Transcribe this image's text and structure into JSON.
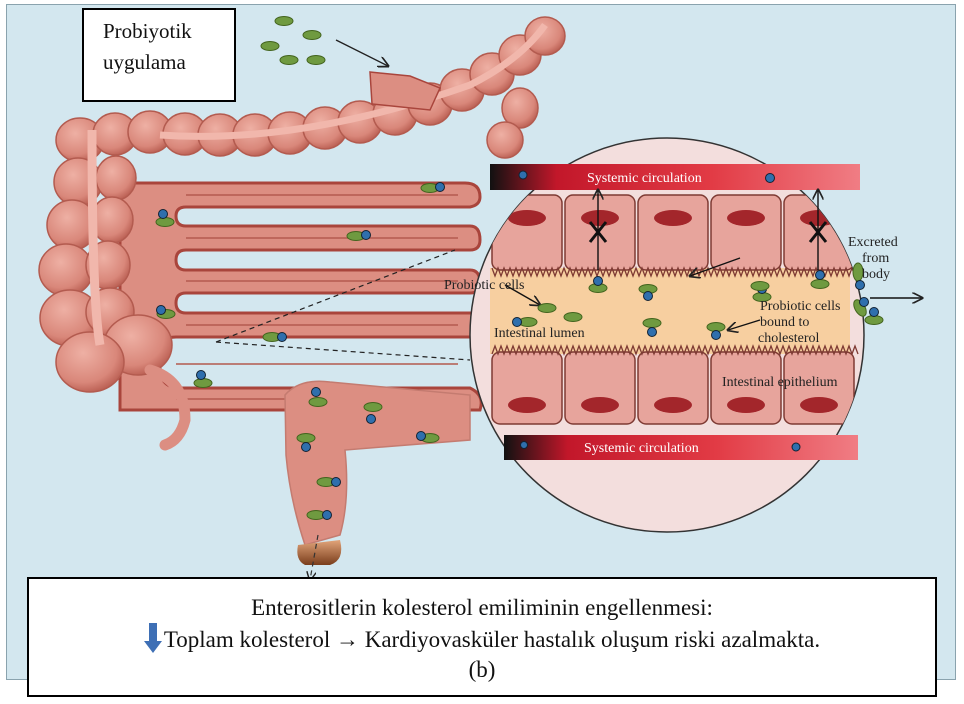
{
  "admin_box": {
    "line1": "Probiyotik",
    "line2": "uygulama"
  },
  "inset": {
    "systemic_top": "Systemic circulation",
    "systemic_bottom": "Systemic circulation",
    "excreted": [
      "Excreted",
      "from",
      "body"
    ],
    "probiotic_cells": "Probiotic cells",
    "intestinal_lumen": "Intestinal lumen",
    "probiotic_bound": [
      "Probiotic cells",
      "bound to",
      "cholesterol"
    ],
    "intestinal_epithelium": "Intestinal epithelium"
  },
  "caption": {
    "line1": "Enterositlerin kolesterol emiliminin engellenmesi:",
    "line2_before": "Toplam kolesterol",
    "arrow": "→",
    "line2_after": "Kardiyovasküler hastalık oluşum riski azalmakta.",
    "line3": "(b)"
  },
  "colors": {
    "background": "#d3e7ef",
    "intestine": "#dc8e82",
    "intestine_dark": "#a9453c",
    "lumen": "#f7cfa0",
    "probiotic": "#6f9a40",
    "cholesterol": "#2f6fad",
    "blood_bar": "#e23b45"
  }
}
